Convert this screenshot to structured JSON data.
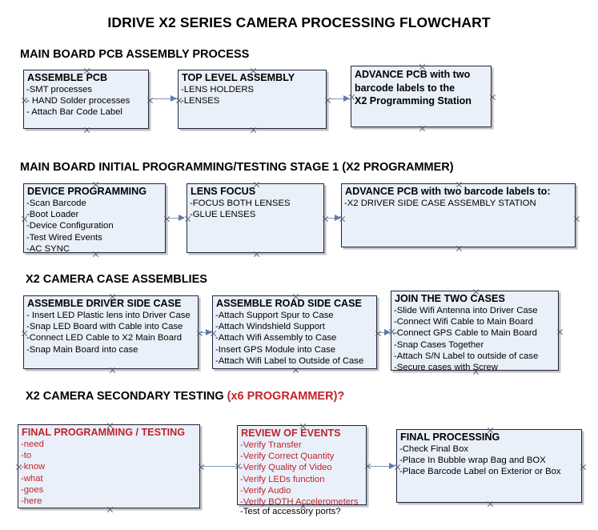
{
  "document": {
    "title": "IDRIVE X2  SERIES CAMERA PROCESSING FLOWCHART",
    "accent_color": "#c0232a",
    "node_fill": "#eaf0f9",
    "node_border": "#20263a",
    "connector_color": "#7b96b8"
  },
  "sections": [
    {
      "id": "main-board-pcb-assembly",
      "heading": "MAIN BOARD PCB ASSEMBLY PROCESS",
      "heading_accent": "",
      "nodes": [
        {
          "id": "assemble-pcb",
          "title": "ASSEMBLE PCB",
          "color": "black",
          "lines": [
            "-SMT processes",
            "- HAND Solder processes",
            "- Attach Bar Code Label"
          ]
        },
        {
          "id": "top-level-assembly",
          "title": "TOP LEVEL ASSEMBLY",
          "color": "black",
          "lines": [
            "-LENS HOLDERS",
            "-LENSES"
          ]
        },
        {
          "id": "advance-pcb-x2-programming-station",
          "title": "ADVANCE PCB with two\nbarcode labels to the\n X2 Programming Station",
          "color": "black",
          "lines": []
        }
      ]
    },
    {
      "id": "main-board-initial-programming",
      "heading": "MAIN BOARD INITIAL PROGRAMMING/TESTING STAGE 1 (X2 PROGRAMMER)",
      "heading_accent": "",
      "nodes": [
        {
          "id": "device-programming",
          "title": "DEVICE PROGRAMMING",
          "color": "black",
          "lines": [
            "-Scan Barcode",
            "-Boot Loader",
            "-Device Configuration",
            "-Test Wired Events",
            "-AC SYNC"
          ]
        },
        {
          "id": "lens-focus",
          "title": "LENS FOCUS",
          "color": "black",
          "lines": [
            "-FOCUS BOTH LENSES",
            "-GLUE LENSES"
          ]
        },
        {
          "id": "advance-pcb-driver-side-case",
          "title": "ADVANCE PCB with two barcode labels to:",
          "color": "black",
          "lines": [
            "-X2 DRIVER  SIDE  CASE  ASSEMBLY STATION"
          ]
        }
      ]
    },
    {
      "id": "x2-camera-case-assemblies",
      "heading": "X2 CAMERA CASE ASSEMBLIES",
      "heading_accent": "",
      "nodes": [
        {
          "id": "assemble-driver-side-case",
          "title": "ASSEMBLE DRIVER SIDE CASE",
          "color": "black",
          "lines": [
            "- Insert LED Plastic lens into Driver Case",
            "-Snap LED Board with Cable into Case",
            "-Connect LED Cable to X2 Main Board",
            "-Snap Main Board into case"
          ]
        },
        {
          "id": "assemble-road-side-case",
          "title": "ASSEMBLE ROAD SIDE CASE",
          "color": "black",
          "lines": [
            "-Attach Support Spur to Case",
            "-Attach Windshield Support",
            "-Attach Wifi Assembly to Case",
            "-Insert GPS Module into Case",
            "-Attach Wifi Label to Outside of Case"
          ]
        },
        {
          "id": "join-the-two-cases",
          "title": "JOIN THE TWO CASES",
          "color": "black",
          "lines": [
            "-Slide Wifi Antenna into Driver Case",
            "-Connect Wifi Cable to Main Board",
            "-Connect GPS Cable to Main Board",
            "-Snap Cases Together",
            "-Attach S/N Label to outside of case",
            "-Secure cases with Screw"
          ]
        }
      ]
    },
    {
      "id": "x2-camera-secondary-testing",
      "heading": "X2 CAMERA SECONDARY TESTING ",
      "heading_accent": "(x6 PROGRAMMER)?",
      "nodes": [
        {
          "id": "final-programming-testing",
          "title": "FINAL PROGRAMMING / TESTING",
          "color": "red",
          "lines": [
            "-need",
            "-to",
            "-know",
            "-what",
            "-goes",
            "-here"
          ]
        },
        {
          "id": "review-of-events",
          "title": "REVIEW OF EVENTS",
          "color": "red",
          "lines": [
            "-Verify Transfer",
            "-Verify Correct Quantity",
            "-Verify Quality of Video",
            "-Verify LEDs function",
            "-Verify Audio",
            "-Verify BOTH Accelerometers"
          ],
          "overflow_line": "-Test of accessory ports?"
        },
        {
          "id": "final-processing",
          "title": "FINAL PROCESSING",
          "color": "black",
          "lines": [
            " -Check Final Box",
            "-Place In Bubble wrap Bag and BOX",
            "-Place Barcode Label on Exterior or Box"
          ]
        }
      ]
    }
  ]
}
